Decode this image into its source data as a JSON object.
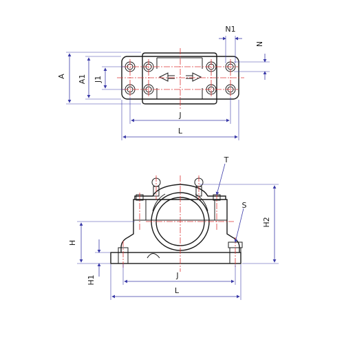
{
  "labels": {
    "A": "A",
    "A1": "A1",
    "J1": "J1",
    "J": "J",
    "L": "L",
    "N": "N",
    "N1": "N1",
    "T": "T",
    "S": "S",
    "H": "H",
    "H1": "H1",
    "H2": "H2"
  },
  "colors": {
    "outline": "#1a1a1a",
    "dimension": "#3a3aa8",
    "centerline": "#d33333"
  }
}
